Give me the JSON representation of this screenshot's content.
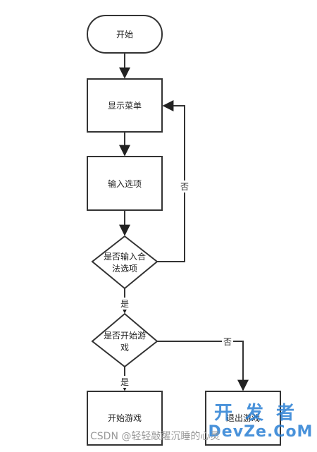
{
  "nodes": {
    "start": "开始",
    "show_menu": "显示菜单",
    "input_option": "输入选项",
    "valid_input_line1": "是否输入合",
    "valid_input_line2": "法选项",
    "start_game_q_line1": "是否开始游",
    "start_game_q_line2": "戏",
    "start_game": "开始游戏",
    "exit_game": "退出游戏"
  },
  "edges": {
    "invalid_no": "否",
    "valid_yes": "是",
    "start_yes": "是",
    "start_no": "否"
  },
  "watermark": "CSDN @轻轻敲醒沉睡的心灵",
  "logo": {
    "top": "开发者",
    "bottom": "DevZe.CoM"
  },
  "colors": {
    "stroke": "#333333",
    "text": "#222222",
    "logo": "#2a7fd4",
    "watermark": "#9a9a9a"
  }
}
